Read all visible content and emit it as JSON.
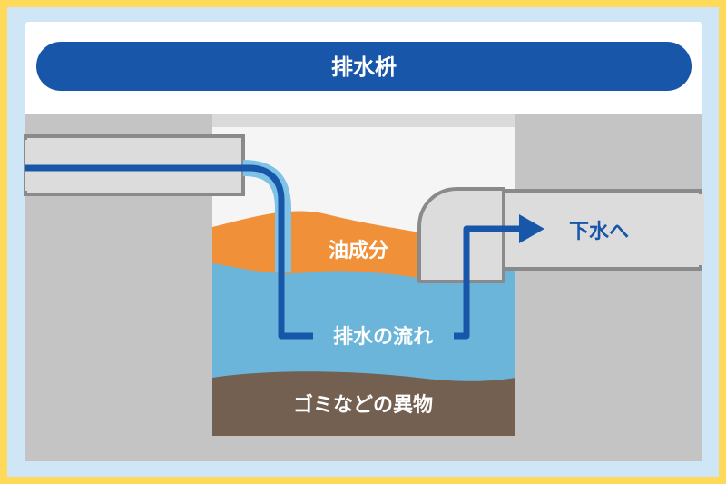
{
  "title": "排水枡",
  "labels": {
    "oil": "油成分",
    "flow": "排水の流れ",
    "sewer": "下水へ",
    "debris": "ゴミなどの異物"
  },
  "colors": {
    "frame": "#ffd95a",
    "background": "#cfe6f7",
    "panel": "#ffffff",
    "banner": "#1756a8",
    "ground": "#c4c4c4",
    "pipe_fill": "#dcdcdc",
    "pipe_stroke": "#8a8a8a",
    "water": "#6ab5d9",
    "oil": "#f0913a",
    "sludge": "#746051",
    "arrow": "#1756a8",
    "inflow_light": "#7ec3e6"
  },
  "icons": {
    "flow_arrow": "arrow-right-icon"
  }
}
